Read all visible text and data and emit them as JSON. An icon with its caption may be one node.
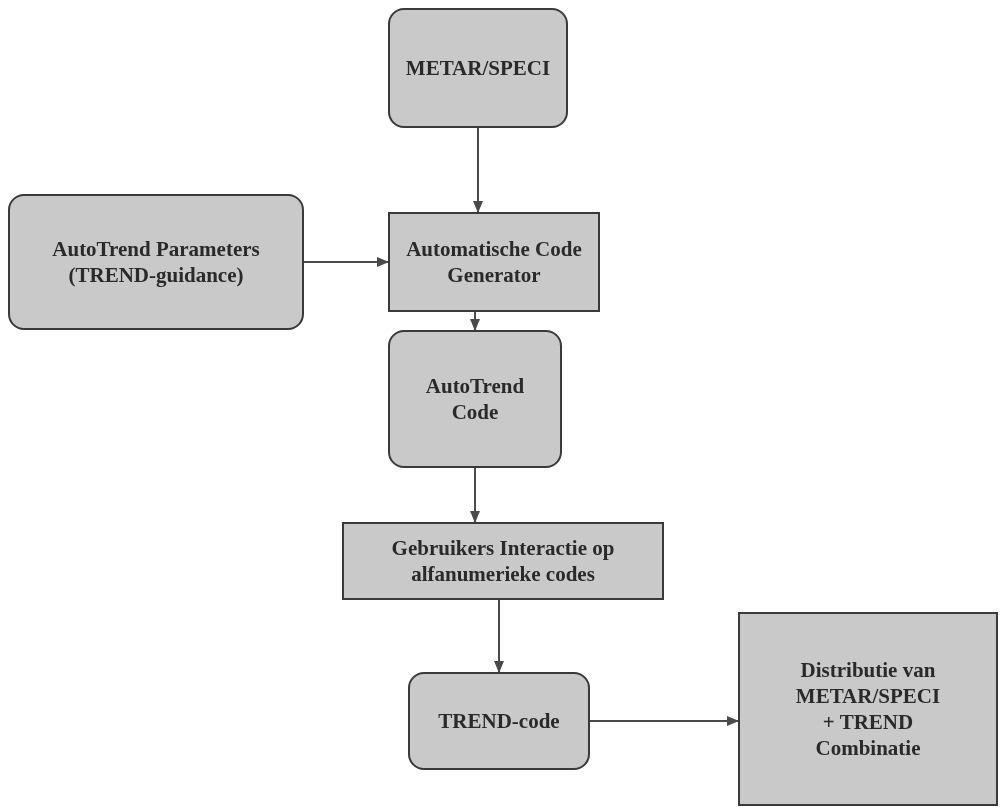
{
  "diagram": {
    "nodes": [
      {
        "text": [
          "METAR/SPECI"
        ]
      },
      {
        "text": [
          "AutoTrend Parameters (TREND-guidance)"
        ]
      },
      {
        "text": [
          "Automatische Code Generator"
        ]
      },
      {
        "text": [
          "AutoTrend Code"
        ]
      },
      {
        "text": [
          "Gebruikers Interactie op alfanumerieke codes"
        ]
      },
      {
        "text": [
          "TREND-code"
        ]
      },
      {
        "text": [
          "Distributie van METAR/SPECI + TREND Combinatie"
        ]
      }
    ],
    "edges": [
      {
        "from": 0,
        "to": 2,
        "arrow": "to"
      },
      {
        "from": 1,
        "to": 2,
        "arrow": "to"
      },
      {
        "from": 2,
        "to": 3,
        "arrow": "to"
      },
      {
        "from": 3,
        "to": 4,
        "arrow": "to"
      },
      {
        "from": 4,
        "to": 5,
        "arrow": "to"
      },
      {
        "from": 5,
        "to": 6,
        "arrow": "to"
      }
    ]
  }
}
